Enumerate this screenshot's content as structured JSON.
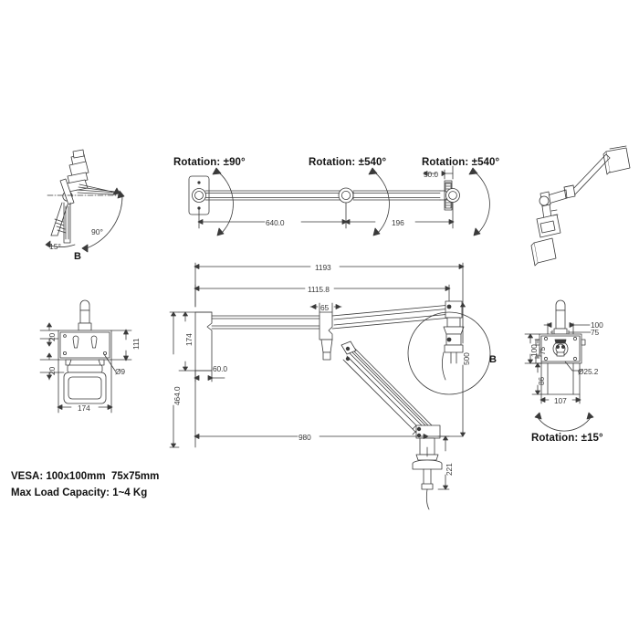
{
  "sheet": {
    "title": "Monitor arm technical drawing",
    "background": "#ffffff",
    "line_color": "#3a3a3a",
    "text_color": "#111111"
  },
  "specs": {
    "vesa": "VESA: 100x100mm  75x75mm",
    "load": "Max Load Capacity: 1~4 Kg"
  },
  "views": {
    "top_left": {
      "name": "side-tilt-view",
      "label": "B",
      "angle_low": "15°",
      "angle_high": "90°"
    },
    "top_plan": {
      "name": "top-plan-view",
      "rotation_base": "Rotation: ±90°",
      "rotation_mid": "Rotation: ±540°",
      "rotation_end": "Rotation: ±540°",
      "dim_long": "640.0",
      "dim_short": "196",
      "dim_offset": "50.0"
    },
    "top_right": {
      "name": "isometric-view"
    },
    "bottom_left": {
      "name": "vesa-plate-view",
      "dim_height": "111",
      "dim_top_gap": "20",
      "dim_bottom_gap": "20",
      "dim_width": "174",
      "dim_hole": "Ø9"
    },
    "main": {
      "name": "main-elevation-view",
      "dim_total_reach": "1193",
      "dim_arm_reach": "1115.8",
      "dim_segment": "65",
      "dim_post_height": "174",
      "dim_post_width": "60.0",
      "dim_total_height": "464.0",
      "dim_base_reach": "980",
      "dim_drop": "500",
      "dim_clamp": "221",
      "detail_label": "B"
    },
    "bottom_right": {
      "name": "front-head-view",
      "dim_vesa_w_100": "100",
      "dim_vesa_w_75": "75",
      "dim_vesa_h_100": "100",
      "dim_vesa_h_75": "75",
      "dim_pole": "Ø25.2",
      "dim_bracket_h": "86",
      "dim_bracket_w": "107",
      "rotation": "Rotation: ±15°"
    }
  }
}
